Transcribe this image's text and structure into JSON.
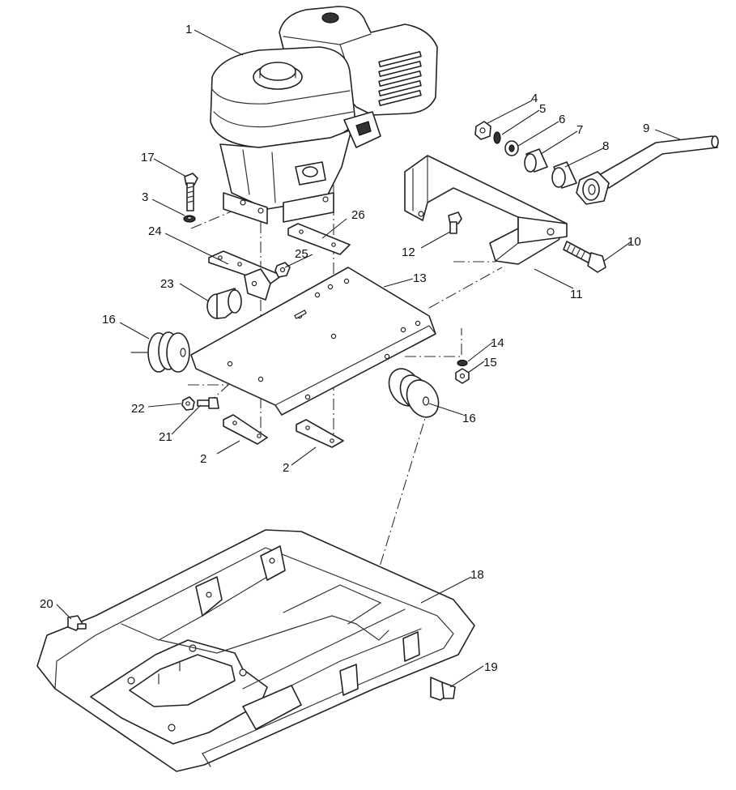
{
  "diagram": {
    "callouts": [
      {
        "id": "c1",
        "label": "1"
      },
      {
        "id": "c2a",
        "label": "2"
      },
      {
        "id": "c2b",
        "label": "2"
      },
      {
        "id": "c3",
        "label": "3"
      },
      {
        "id": "c4",
        "label": "4"
      },
      {
        "id": "c5",
        "label": "5"
      },
      {
        "id": "c6",
        "label": "6"
      },
      {
        "id": "c7",
        "label": "7"
      },
      {
        "id": "c8",
        "label": "8"
      },
      {
        "id": "c9",
        "label": "9"
      },
      {
        "id": "c10",
        "label": "10"
      },
      {
        "id": "c11",
        "label": "11"
      },
      {
        "id": "c12",
        "label": "12"
      },
      {
        "id": "c13",
        "label": "13"
      },
      {
        "id": "c14",
        "label": "14"
      },
      {
        "id": "c15",
        "label": "15"
      },
      {
        "id": "c16a",
        "label": "16"
      },
      {
        "id": "c16b",
        "label": "16"
      },
      {
        "id": "c17",
        "label": "17"
      },
      {
        "id": "c18",
        "label": "18"
      },
      {
        "id": "c19",
        "label": "19"
      },
      {
        "id": "c20",
        "label": "20"
      },
      {
        "id": "c21",
        "label": "21"
      },
      {
        "id": "c22",
        "label": "22"
      },
      {
        "id": "c23",
        "label": "23"
      },
      {
        "id": "c24",
        "label": "24"
      },
      {
        "id": "c25",
        "label": "25"
      },
      {
        "id": "c26",
        "label": "26"
      }
    ],
    "colors": {
      "line": "#222222",
      "background": "#ffffff"
    }
  }
}
